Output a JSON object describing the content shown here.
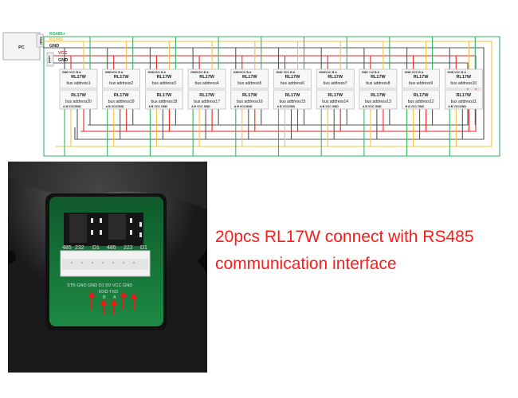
{
  "diagram": {
    "pc": {
      "label": "PC",
      "port_label": "RS485"
    },
    "power": {
      "label": "power"
    },
    "bus_labels": {
      "rs485_plus": "RS485+",
      "rs485_minus": "RS485-",
      "gnd_pc": "GND",
      "vcc": "VCC",
      "gnd_power": "GND"
    },
    "wire_colors": {
      "rs485_plus": "#2db562",
      "rs485_minus": "#f5c242",
      "gnd": "#555555",
      "vcc": "#ee2222"
    },
    "top_row": [
      {
        "model": "RL17W",
        "address": "bus address1",
        "pins": "GND VCC  B  A"
      },
      {
        "model": "RL17W",
        "address": "bus address2",
        "pins": "GNDVCC  B  A"
      },
      {
        "model": "RL17W",
        "address": "bus address3",
        "pins": "GNDVCC  B  A"
      },
      {
        "model": "RL17W",
        "address": "bus address4",
        "pins": "GNDVCC  B  A"
      },
      {
        "model": "RL17W",
        "address": "bus address5",
        "pins": "GNDVCC  B  A"
      },
      {
        "model": "RL17W",
        "address": "bus address6",
        "pins": "GND VCC  B  A"
      },
      {
        "model": "RL17W",
        "address": "bus address7",
        "pins": "GNDVCC  B  A"
      },
      {
        "model": "RL17W",
        "address": "bus address8",
        "pins": "GND +12  B  A"
      },
      {
        "model": "RL17W",
        "address": "bus address9",
        "pins": "GND VCC  B  A"
      },
      {
        "model": "RL17W",
        "address": "bus address10",
        "pins": "GND VCC  B  A"
      }
    ],
    "bottom_row": [
      {
        "model": "RL17W",
        "address": "bus address20",
        "pins": "A   B   VCCGND"
      },
      {
        "model": "RL17W",
        "address": "bus address19",
        "pins": "A   B   VCCGND"
      },
      {
        "model": "RL17W",
        "address": "bus address18",
        "pins": "A   B   VCC GND"
      },
      {
        "model": "RL17W",
        "address": "bus address17",
        "pins": "A   B   VCC GND"
      },
      {
        "model": "RL17W",
        "address": "bus address16",
        "pins": "A   B   VCCGND"
      },
      {
        "model": "RL17W",
        "address": "bus address15",
        "pins": "A   B   VCCGND"
      },
      {
        "model": "RL17W",
        "address": "bus address14",
        "pins": "A   B   VCC GND"
      },
      {
        "model": "RL17W",
        "address": "bus address13",
        "pins": "A   B   VCC GND"
      },
      {
        "model": "RL17W",
        "address": "bus address12",
        "pins": "B   A   VCC GND"
      },
      {
        "model": "RL17W",
        "address": "bus address11",
        "pins": "A   B   VCCGND"
      }
    ]
  },
  "photo": {
    "jumper_labels": [
      "485",
      "232",
      "D1",
      "485",
      "222",
      "D1"
    ],
    "pin_labels": "STB GND GND  D1  D0  VCC  GND",
    "sub_labels": "RXD TXD",
    "ab_labels": [
      "B",
      "A"
    ]
  },
  "caption": {
    "line1": "20pcs RL17W connect with RS485",
    "line2": "communication interface"
  }
}
